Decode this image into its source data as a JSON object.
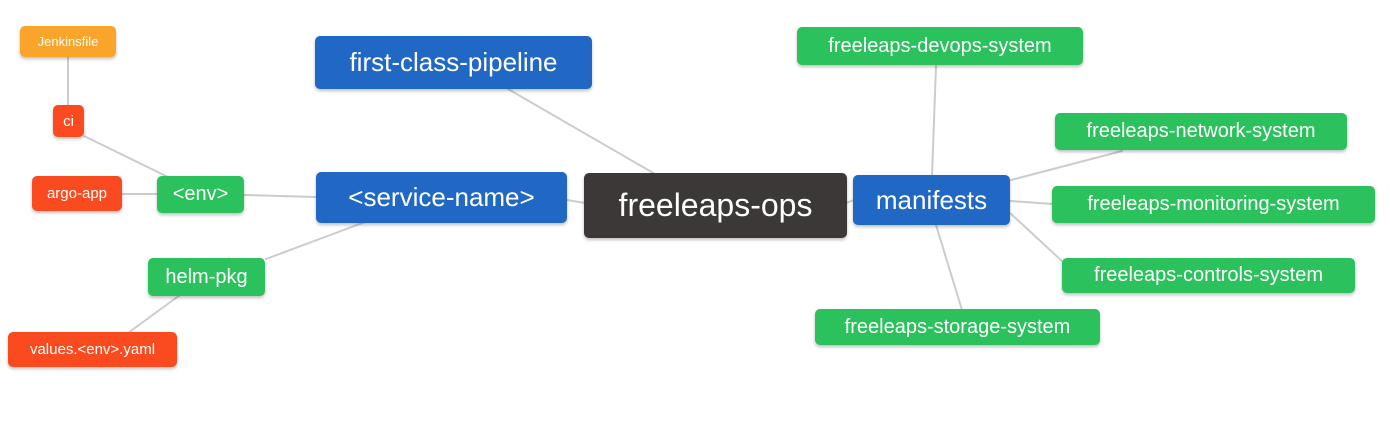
{
  "palette": {
    "root_dark": "#3B3837",
    "blue": "#2068C4",
    "green": "#2BC15C",
    "red": "#FA4B20",
    "orange": "#F9A42B",
    "edge": "#CCCCCC",
    "node_text": "#FFFFFF",
    "background": "#FFFFFF"
  },
  "nodes": {
    "freeleaps_ops": {
      "label": "freeleaps-ops",
      "color": "root_dark"
    },
    "first_class_pipeline": {
      "label": "first-class-pipeline",
      "color": "blue"
    },
    "service_name": {
      "label": "<service-name>",
      "color": "blue"
    },
    "manifests": {
      "label": "manifests",
      "color": "blue"
    },
    "env": {
      "label": "<env>",
      "color": "green"
    },
    "helm_pkg": {
      "label": "helm-pkg",
      "color": "green"
    },
    "ci": {
      "label": "ci",
      "color": "red"
    },
    "argo_app": {
      "label": "argo-app",
      "color": "red"
    },
    "jenkinsfile": {
      "label": "Jenkinsfile",
      "color": "orange"
    },
    "values_env_yaml": {
      "label": "values.<env>.yaml",
      "color": "red"
    },
    "devops_system": {
      "label": "freeleaps-devops-system",
      "color": "green"
    },
    "network_system": {
      "label": "freeleaps-network-system",
      "color": "green"
    },
    "monitoring_system": {
      "label": "freeleaps-monitoring-system",
      "color": "green"
    },
    "controls_system": {
      "label": "freeleaps-controls-system",
      "color": "green"
    },
    "storage_system": {
      "label": "freeleaps-storage-system",
      "color": "green"
    }
  },
  "connections": [
    {
      "from": "freeleaps-ops",
      "to": "first-class-pipeline"
    },
    {
      "from": "freeleaps-ops",
      "to": "<service-name>"
    },
    {
      "from": "freeleaps-ops",
      "to": "manifests"
    },
    {
      "from": "<service-name>",
      "to": "<env>"
    },
    {
      "from": "<service-name>",
      "to": "helm-pkg"
    },
    {
      "from": "<env>",
      "to": "ci"
    },
    {
      "from": "<env>",
      "to": "argo-app"
    },
    {
      "from": "ci",
      "to": "Jenkinsfile"
    },
    {
      "from": "helm-pkg",
      "to": "values.<env>.yaml"
    },
    {
      "from": "manifests",
      "to": "freeleaps-devops-system"
    },
    {
      "from": "manifests",
      "to": "freeleaps-network-system"
    },
    {
      "from": "manifests",
      "to": "freeleaps-monitoring-system"
    },
    {
      "from": "manifests",
      "to": "freeleaps-controls-system"
    },
    {
      "from": "manifests",
      "to": "freeleaps-storage-system"
    }
  ]
}
